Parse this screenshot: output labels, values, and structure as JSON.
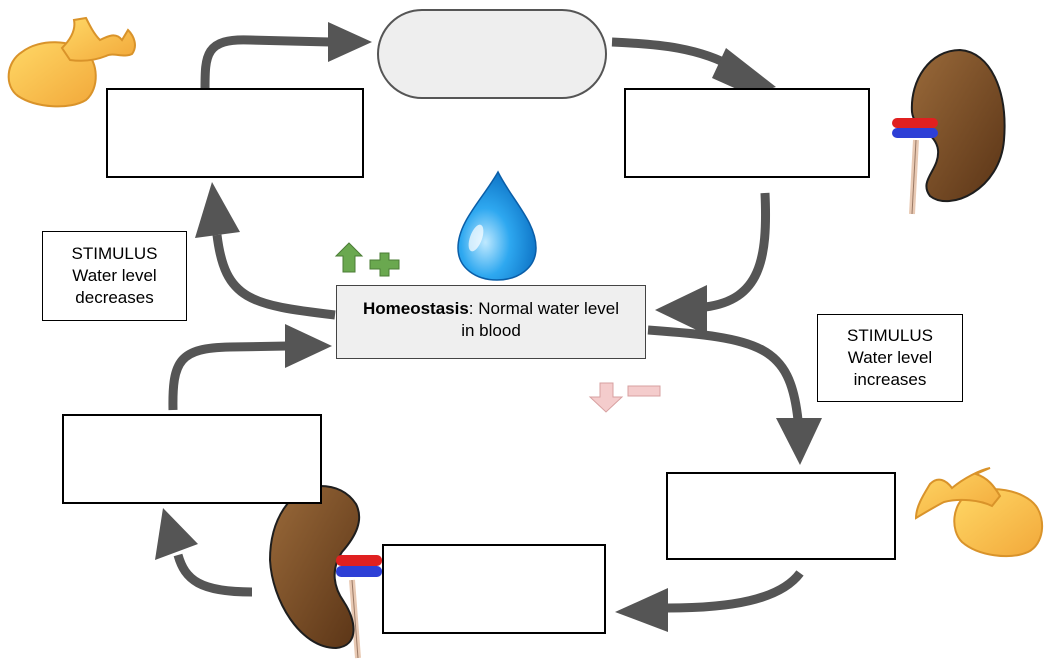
{
  "homeostasis": {
    "bold_label": "Homeostasis",
    "text_part1": ":  Normal water level",
    "text_part2": "in blood"
  },
  "stimulus_decrease": {
    "line1": "STIMULUS",
    "line2": "Water level",
    "line3": "decreases"
  },
  "stimulus_increase": {
    "line1": "STIMULUS",
    "line2": "Water level",
    "line3": "increases"
  },
  "colors": {
    "arrow": "#555555",
    "increase_indicator": "#6aa84f",
    "decrease_indicator": "#f4cccc",
    "water_drop": "#1c9be6",
    "kidney": "#7a4a22",
    "gland": "#f6c342"
  },
  "icons": {
    "increase_arrow": "up-arrow-icon",
    "increase_sign": "plus-icon",
    "decrease_arrow": "down-arrow-icon",
    "decrease_sign": "minus-icon",
    "water": "water-drop-icon",
    "kidney": "kidney-icon",
    "gland": "pituitary-gland-icon"
  }
}
